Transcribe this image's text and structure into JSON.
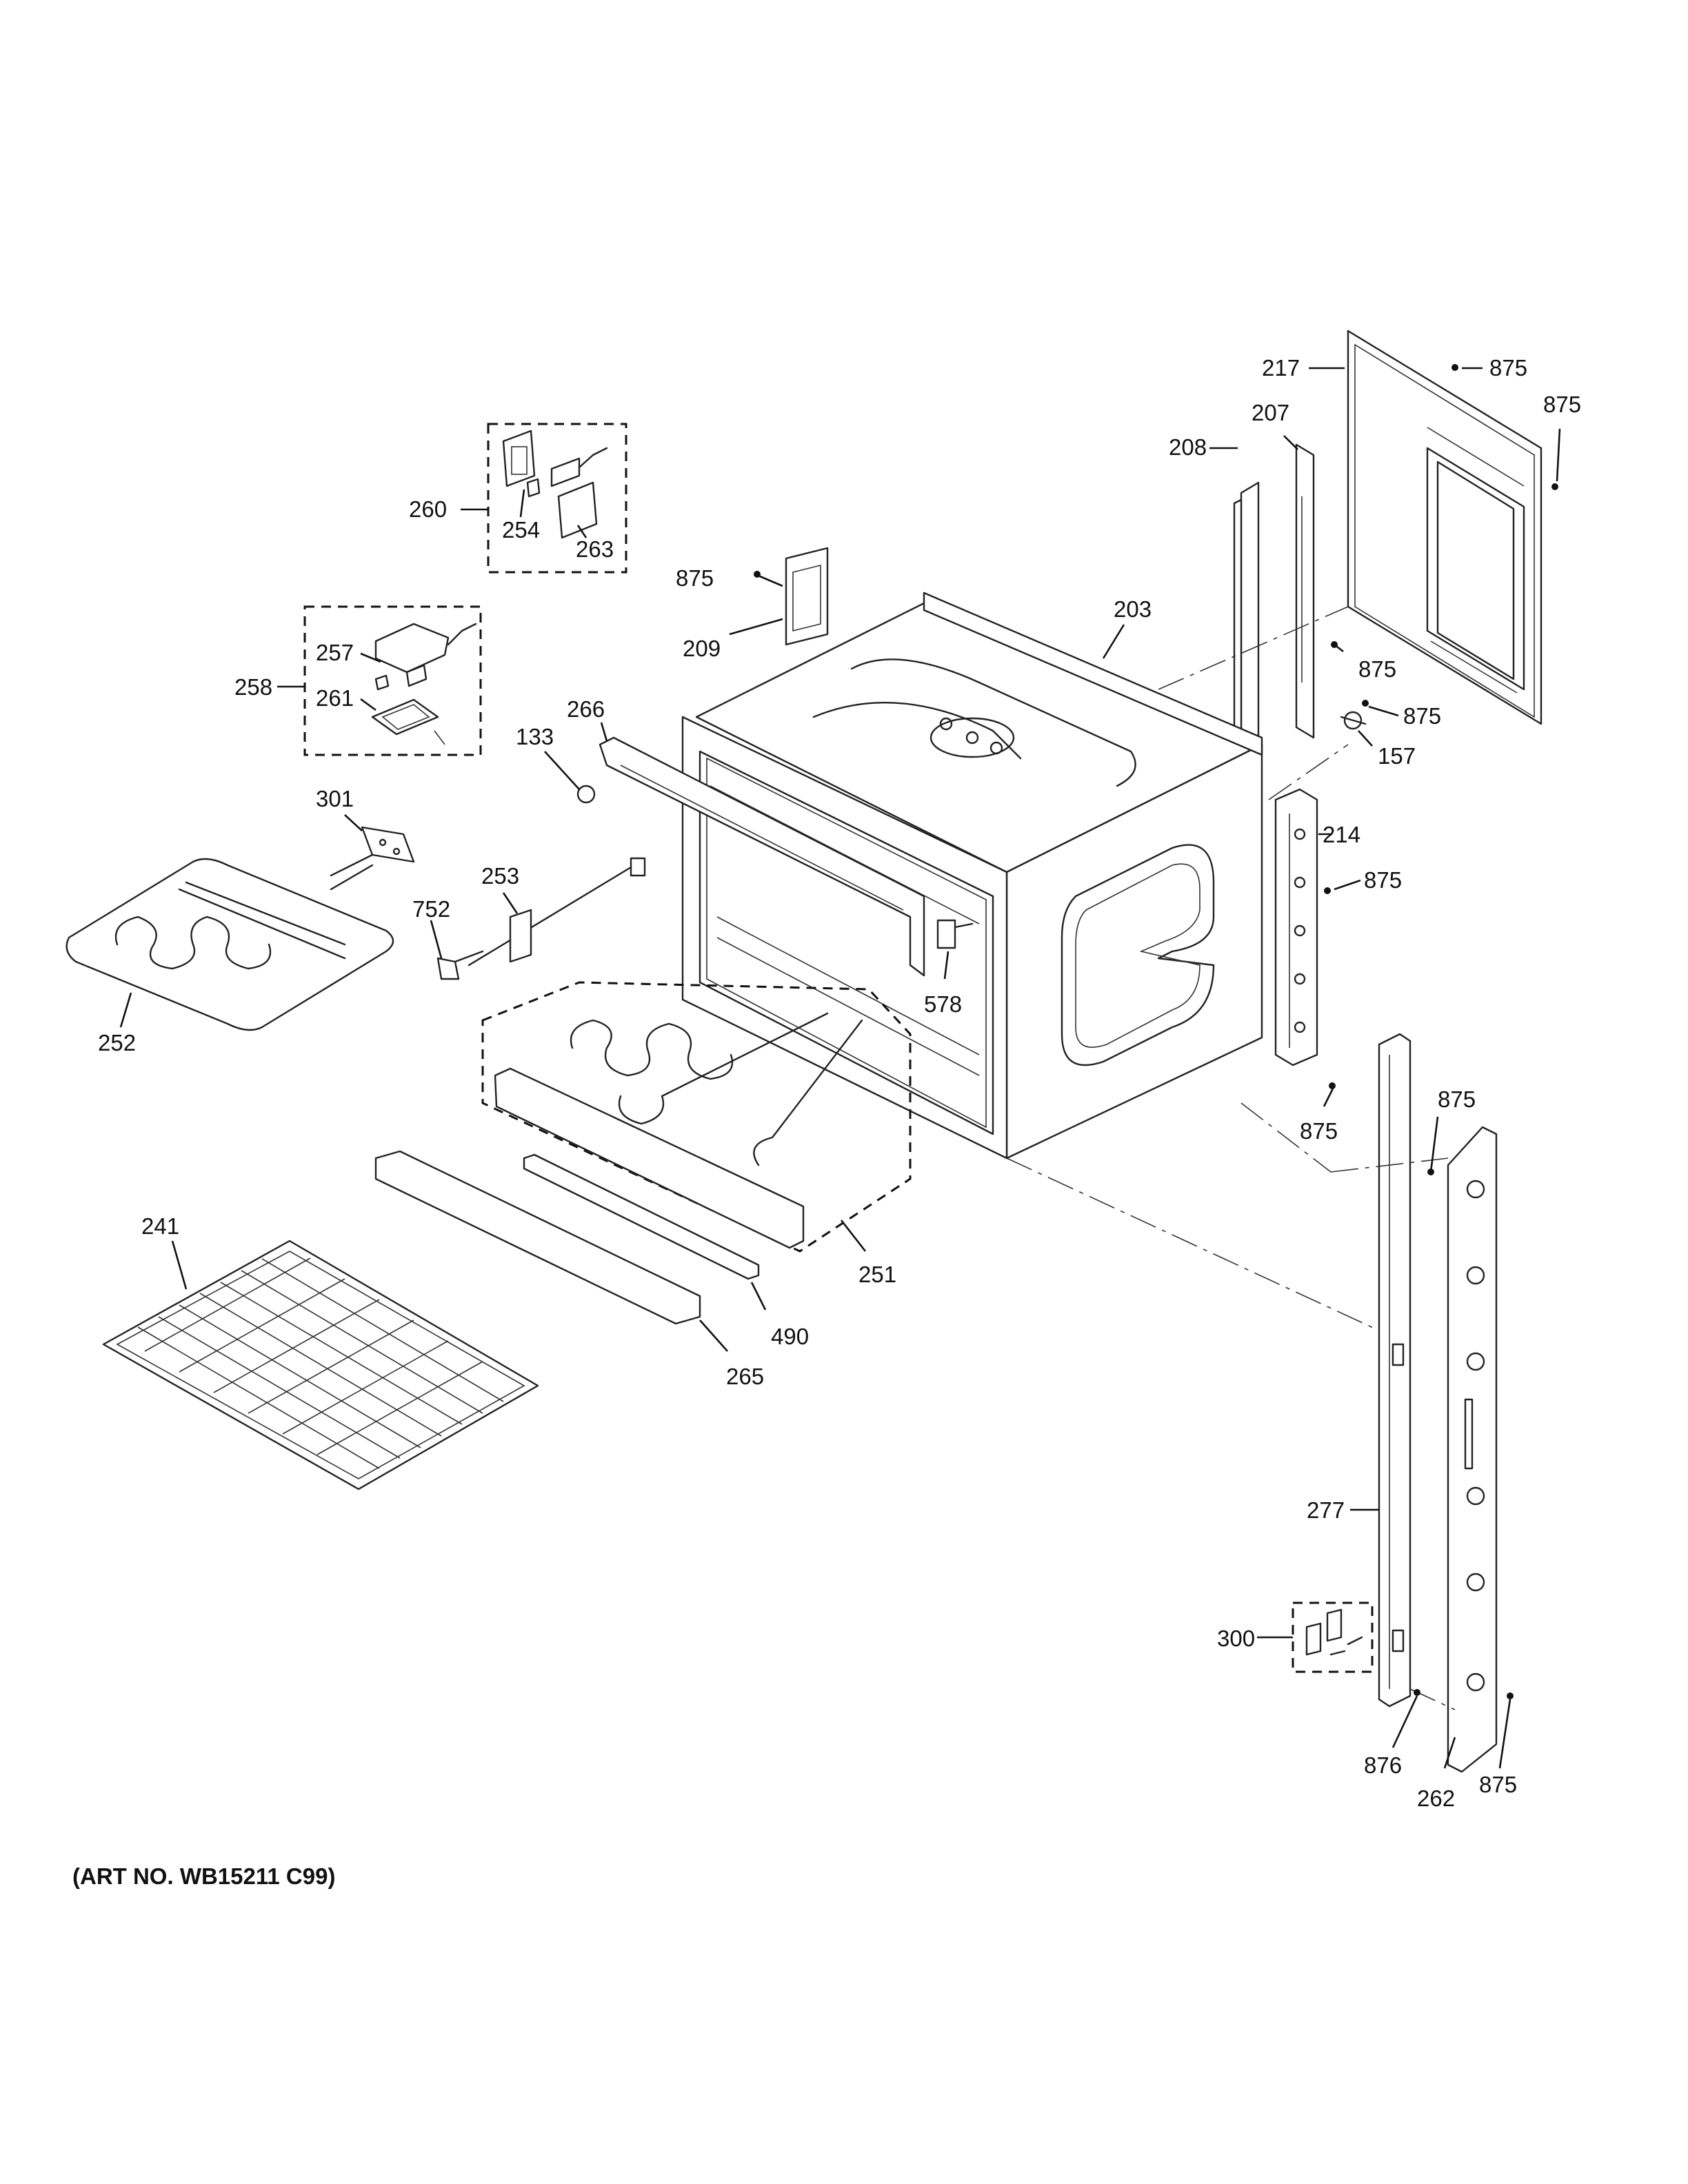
{
  "art_number": "(ART NO. WB15211 C99)",
  "callouts": [
    {
      "id": "217",
      "text": "217"
    },
    {
      "id": "875a",
      "text": "875"
    },
    {
      "id": "875b",
      "text": "875"
    },
    {
      "id": "207",
      "text": "207"
    },
    {
      "id": "208",
      "text": "208"
    },
    {
      "id": "203",
      "text": "203"
    },
    {
      "id": "875c",
      "text": "875"
    },
    {
      "id": "209",
      "text": "209"
    },
    {
      "id": "875d",
      "text": "875"
    },
    {
      "id": "875e",
      "text": "875"
    },
    {
      "id": "157",
      "text": "157"
    },
    {
      "id": "260",
      "text": "260"
    },
    {
      "id": "254",
      "text": "254"
    },
    {
      "id": "263",
      "text": "263"
    },
    {
      "id": "257",
      "text": "257"
    },
    {
      "id": "258",
      "text": "258"
    },
    {
      "id": "261",
      "text": "261"
    },
    {
      "id": "266",
      "text": "266"
    },
    {
      "id": "133",
      "text": "133"
    },
    {
      "id": "214",
      "text": "214"
    },
    {
      "id": "875f",
      "text": "875"
    },
    {
      "id": "301",
      "text": "301"
    },
    {
      "id": "253",
      "text": "253"
    },
    {
      "id": "752",
      "text": "752"
    },
    {
      "id": "578",
      "text": "578"
    },
    {
      "id": "252",
      "text": "252"
    },
    {
      "id": "875g",
      "text": "875"
    },
    {
      "id": "875h",
      "text": "875"
    },
    {
      "id": "251",
      "text": "251"
    },
    {
      "id": "241",
      "text": "241"
    },
    {
      "id": "490",
      "text": "490"
    },
    {
      "id": "265",
      "text": "265"
    },
    {
      "id": "277",
      "text": "277"
    },
    {
      "id": "300",
      "text": "300"
    },
    {
      "id": "876",
      "text": "876"
    },
    {
      "id": "262",
      "text": "262"
    },
    {
      "id": "875i",
      "text": "875"
    }
  ]
}
